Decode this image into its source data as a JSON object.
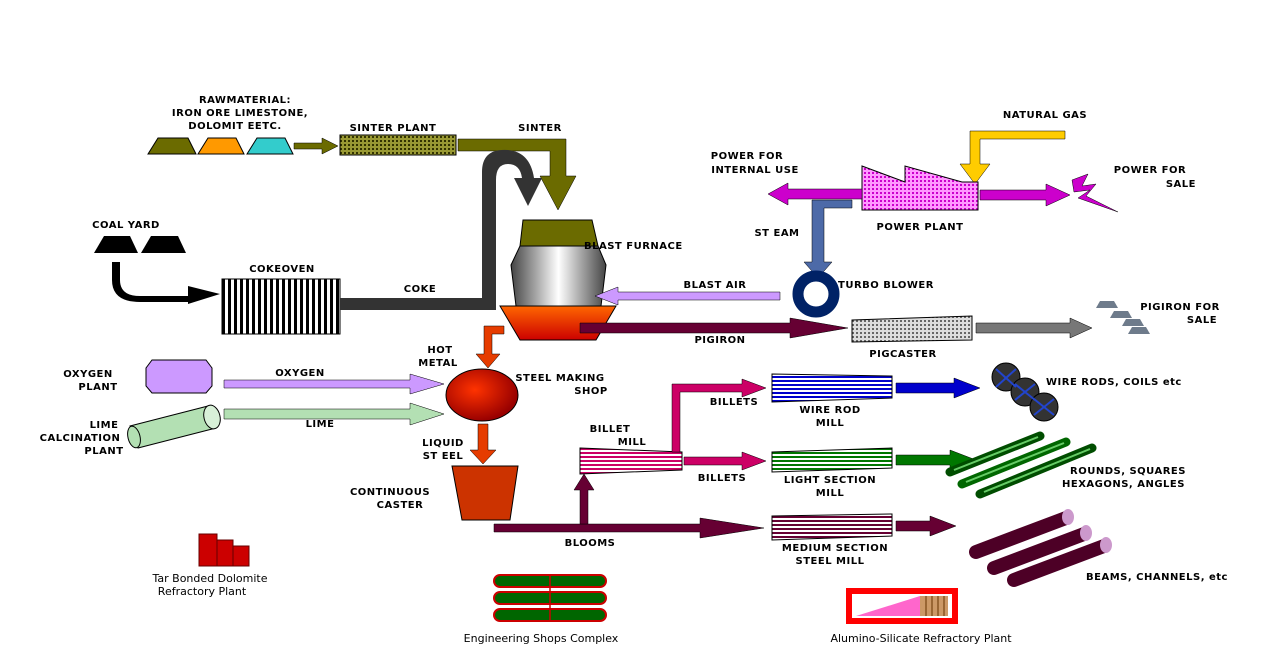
{
  "labels": {
    "raw_material": [
      "RAWMATERIAL:",
      "IRON ORE LIMESTONE,",
      "DOLOMIT EETC."
    ],
    "sinter_plant": "SINTER PLANT",
    "sinter": "SINTER",
    "natural_gas": "NATURAL GAS",
    "power_internal": [
      "POWER FOR",
      "INTERNAL USE"
    ],
    "power_sale": [
      "POWER FOR",
      "SALE"
    ],
    "power_plant": "POWER PLANT",
    "steam": "ST EAM",
    "coal_yard": "COAL YARD",
    "coke_oven": "COKEOVEN",
    "coke": "COKE",
    "blast_furnace": "BLAST FURNACE",
    "blast_air": "BLAST AIR",
    "turbo_blower": "TURBO BLOWER",
    "pig_iron_sale": [
      "PIGIRON FOR",
      "SALE"
    ],
    "pig_iron": "PIGIRON",
    "pig_caster": "PIGCASTER",
    "hot_metal": [
      "HOT",
      "METAL"
    ],
    "steel_making": [
      "STEEL MAKING",
      "SHOP"
    ],
    "oxygen_plant": [
      "OXYGEN",
      "PLANT"
    ],
    "oxygen": "OXYGEN",
    "lime_calcination": [
      "LIME",
      "CALCINATION",
      "PLANT"
    ],
    "lime": "LIME",
    "billet_mill": [
      "BILLET",
      "MILL"
    ],
    "billets_top": "BILLETS",
    "billets_bottom": "BILLETS",
    "wire_rod_mill": [
      "WIRE ROD",
      "MILL"
    ],
    "wire_rods": "WIRE RODS, COILS etc",
    "liquid_steel": [
      "LIQUID",
      "ST EEL"
    ],
    "light_section_mill": [
      "LIGHT SECTION",
      "MILL"
    ],
    "rounds": [
      "ROUNDS, SQUARES",
      "HEXAGONS, ANGLES"
    ],
    "continuous_caster": [
      "CONTINUOUS",
      "CASTER"
    ],
    "blooms": "BLOOMS",
    "medium_section_mill": [
      "MEDIUM SECTION",
      "STEEL MILL"
    ],
    "beams": "BEAMS, CHANNELS, etc",
    "tar_bonded": [
      "Tar Bonded Dolomite",
      "Refractory Plant"
    ],
    "engineering_shops": "Engineering Shops Complex",
    "alumino_silicate": "Alumino-Silicate Refractory Plant"
  },
  "colors": {
    "olive": "#6b6b00",
    "orange": "#ff9900",
    "cyan": "#33cccc",
    "dark_gray": "#333333",
    "yellow": "#ffcc00",
    "magenta": "#cc00cc",
    "pink_light": "#ff99ff",
    "slate_blue": "#4d6aa8",
    "lavender": "#cc99ff",
    "maroon": "#660033",
    "red_orange": "#e63c00",
    "crimson": "#cc0066",
    "blue": "#0000cc",
    "green": "#007700",
    "light_green": "#b3e0b3",
    "dark_red": "#b30000",
    "gray": "#777777"
  }
}
